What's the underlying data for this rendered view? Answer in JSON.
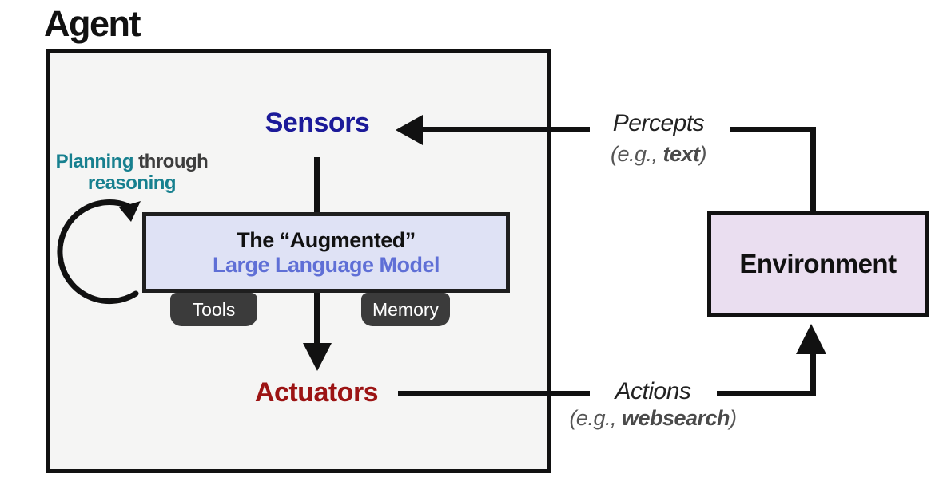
{
  "diagram_title": "Agent",
  "agent": {
    "title": "Agent",
    "sensors_label": "Sensors",
    "actuators_label": "Actuators",
    "planning_note": {
      "word1": "Planning",
      "word2": " through",
      "word3": "reasoning"
    },
    "llm_box": {
      "line1": "The “Augmented”",
      "line2": "Large Language Model"
    },
    "tabs": {
      "tools": "Tools",
      "memory": "Memory"
    }
  },
  "environment": {
    "label": "Environment"
  },
  "percepts": {
    "label": "Percepts",
    "example_prefix": "(e.g., ",
    "example_bold": "text",
    "example_suffix": ")"
  },
  "actions": {
    "label": "Actions",
    "example_prefix": "(e.g., ",
    "example_bold": "websearch",
    "example_suffix": ")"
  },
  "colors": {
    "sensors_navy": "#1c1a99",
    "actuators_red": "#9c1414",
    "planning_teal": "#17808f",
    "llm_text_periwinkle": "#5f6fd6",
    "llm_fill": "#dfe2f5",
    "environment_fill": "#eadef0",
    "agent_fill": "#f5f5f4",
    "tab_fill": "#3b3b3b",
    "line_black": "#111111",
    "example_gray": "#555555"
  }
}
